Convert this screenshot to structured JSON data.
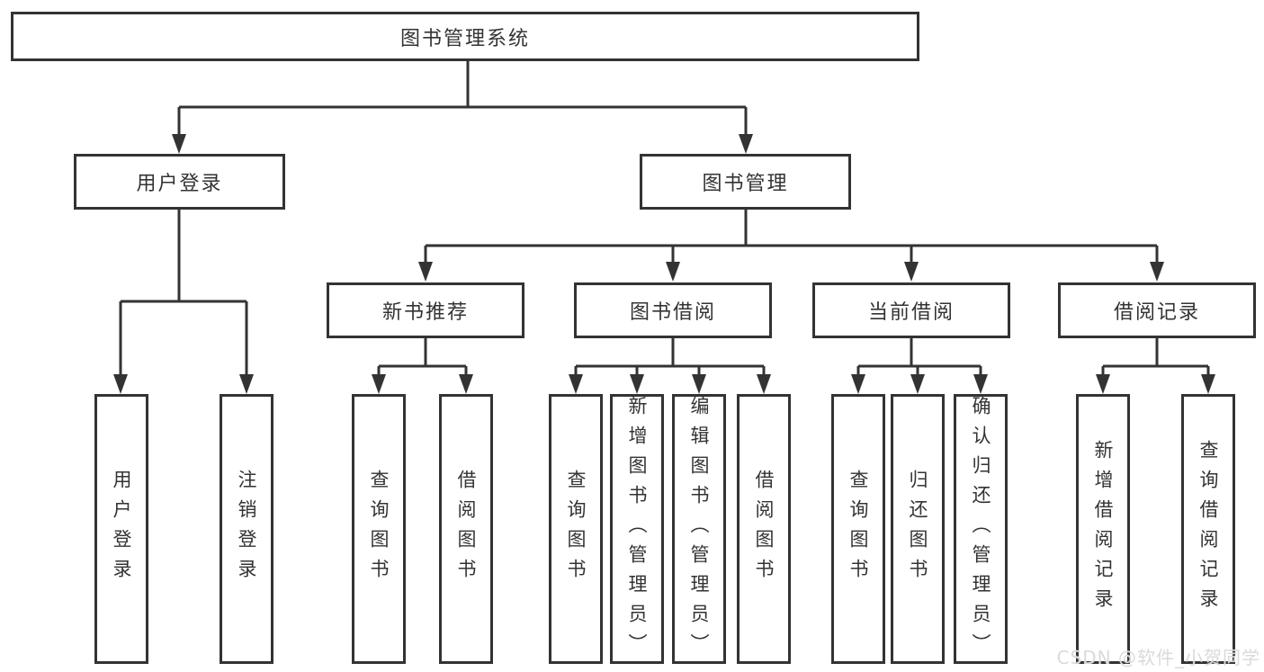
{
  "tree": {
    "label": "图书管理系统",
    "children": [
      {
        "label": "用户登录",
        "children": [
          {
            "label": "用户登录"
          },
          {
            "label": "注销登录"
          }
        ]
      },
      {
        "label": "图书管理",
        "children": [
          {
            "label": "新书推荐",
            "children": [
              {
                "label": "查询图书"
              },
              {
                "label": "借阅图书"
              }
            ]
          },
          {
            "label": "图书借阅",
            "children": [
              {
                "label": "查询图书"
              },
              {
                "label": "新增图书（管理员）"
              },
              {
                "label": "编辑图书（管理员）"
              },
              {
                "label": "借阅图书"
              }
            ]
          },
          {
            "label": "当前借阅",
            "children": [
              {
                "label": "查询图书"
              },
              {
                "label": "归还图书"
              },
              {
                "label": "确认归还（管理员）"
              }
            ]
          },
          {
            "label": "借阅记录",
            "children": [
              {
                "label": "新增借阅记录"
              },
              {
                "label": "查询借阅记录"
              }
            ]
          }
        ]
      }
    ]
  },
  "watermark": {
    "text": "CSDN @软件_小贺同学"
  },
  "colors": {
    "line": "#333333",
    "text": "#333333",
    "box_background": "#ffffff",
    "watermark": "#dadada"
  }
}
